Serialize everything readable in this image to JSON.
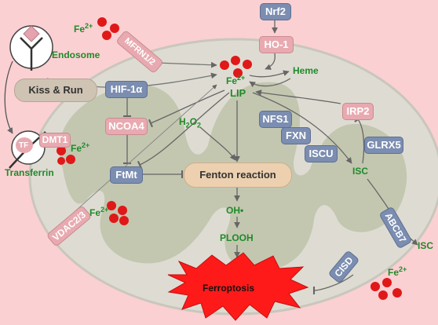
{
  "fe_label": "Fe",
  "fe_charge": "2+",
  "labels": {
    "endosome": "Endosome",
    "kiss_run": "Kiss & Run",
    "transferrin": "Transferrin",
    "tf": "TF",
    "lip": "LIP",
    "heme": "Heme",
    "h2o2_a": "H",
    "h2o2_sub": "2",
    "h2o2_b": "O",
    "fenton": "Fenton reaction",
    "oh": "OH•",
    "plooh": "PLOOH",
    "ferroptosis": "Ferroptosis",
    "isc": "ISC",
    "isc_out": "ISC"
  },
  "proteins": {
    "nrf2": "Nrf2",
    "ho1": "HO-1",
    "mfrn": "MFRN1/2",
    "hif": "HIF-1α",
    "ncoa4": "NCOA4",
    "ftmt": "FtMt",
    "dmt1": "DMT1",
    "nfs1": "NFS1",
    "fxn": "FXN",
    "iscu": "ISCU",
    "irp2": "IRP2",
    "glrx5": "GLRX5",
    "abcb7": "ABCB7",
    "vdac": "VDAC2/3",
    "cisd": "CISD"
  },
  "colors": {
    "background": "#fbd0d2",
    "mito_outer": "#dedcd2",
    "mito_inner": "#c3c7b0",
    "protein_blue": "#7b8db0",
    "protein_pink": "#e8aab0",
    "iron": "#e01818",
    "label_green": "#1f8a2a",
    "ferroptosis_burst": "#ff1a1a"
  }
}
